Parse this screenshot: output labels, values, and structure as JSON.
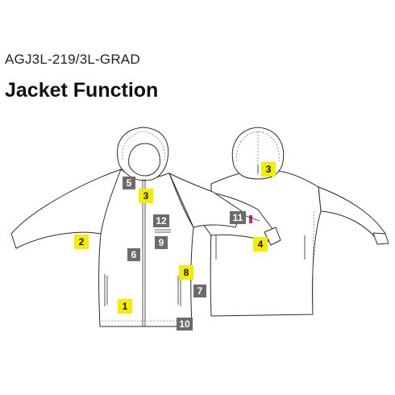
{
  "header": {
    "model_code": "AGJ3L-219/3L-GRAD",
    "title": "Jacket Function"
  },
  "colors": {
    "yellow": "#f5ec00",
    "gray": "#6b6b6b",
    "accent_pink": "#e0218a"
  },
  "badges": [
    {
      "id": "badge-1",
      "label": "1",
      "style": "yellow"
    },
    {
      "id": "badge-2",
      "label": "2",
      "style": "yellow"
    },
    {
      "id": "badge-3-front",
      "label": "3",
      "style": "yellow"
    },
    {
      "id": "badge-3-back",
      "label": "3",
      "style": "yellow"
    },
    {
      "id": "badge-4",
      "label": "4",
      "style": "yellow"
    },
    {
      "id": "badge-5",
      "label": "5",
      "style": "gray"
    },
    {
      "id": "badge-6",
      "label": "6",
      "style": "gray"
    },
    {
      "id": "badge-7",
      "label": "7",
      "style": "gray"
    },
    {
      "id": "badge-8",
      "label": "8",
      "style": "yellow"
    },
    {
      "id": "badge-9",
      "label": "9",
      "style": "gray"
    },
    {
      "id": "badge-10",
      "label": "10",
      "style": "gray"
    },
    {
      "id": "badge-11",
      "label": "11",
      "style": "gray"
    },
    {
      "id": "badge-12",
      "label": "12",
      "style": "gray"
    }
  ]
}
